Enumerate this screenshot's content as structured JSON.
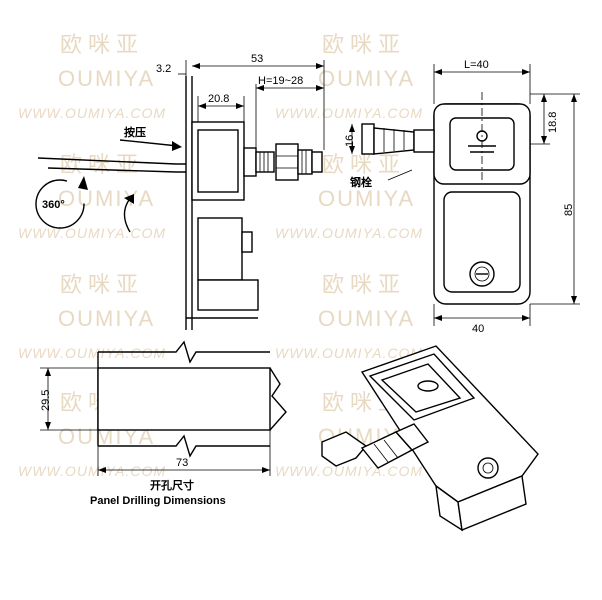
{
  "watermark": {
    "brand_cn": "欧咪亚",
    "brand_en": "OUMIYA",
    "url": "WWW.OUMIYA.COM"
  },
  "dimensions": {
    "panel_thickness": "3.2",
    "overall_depth": "53",
    "grip_range": "H=19~28",
    "flange_depth": "20.8",
    "bolt_height": "16",
    "latch_length": "L=40",
    "top_height": "18.8",
    "total_height": "85",
    "width": "40",
    "drill_height": "29.5",
    "drill_length": "73"
  },
  "labels": {
    "press": "按压",
    "rotation": "360°",
    "steel_bolt": "钢栓",
    "cutout_cn": "开孔尺寸",
    "cutout_en": "Panel Drilling Dimensions"
  }
}
